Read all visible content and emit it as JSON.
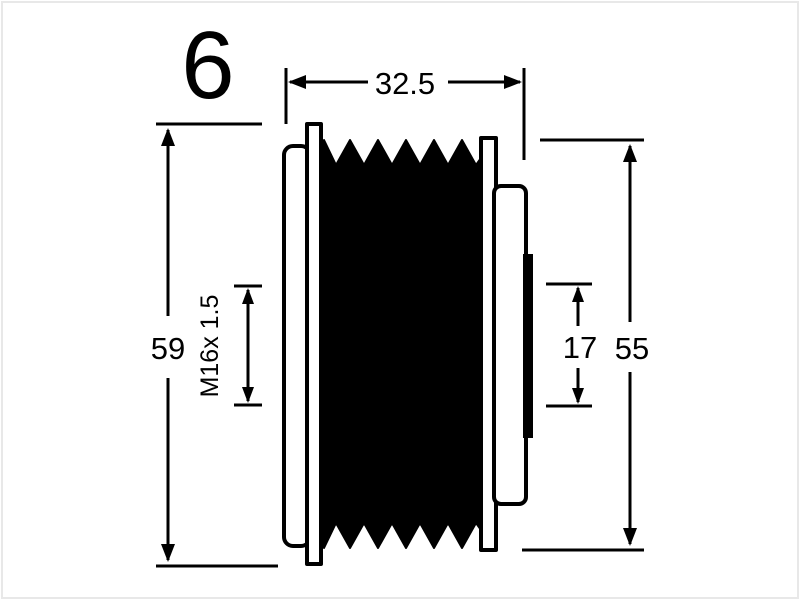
{
  "figure_number": "6",
  "dimensions": {
    "overall_width": "32.5",
    "outer_diameter_left": "59",
    "outer_diameter_right": "55",
    "thread": "M16x 1.5",
    "bore": "17"
  }
}
